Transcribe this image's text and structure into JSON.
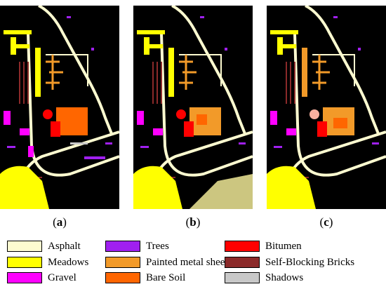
{
  "captions": {
    "a": "a",
    "b": "b",
    "c": "c"
  },
  "legend": [
    {
      "label": "Asphalt",
      "color": "#fdfbd0"
    },
    {
      "label": "Meadows",
      "color": "#ffff00"
    },
    {
      "label": "Gravel",
      "color": "#ff00ff"
    },
    {
      "label": "Trees",
      "color": "#a020f0"
    },
    {
      "label": "Painted metal sheets",
      "color": "#f29a29"
    },
    {
      "label": "Bare Soil",
      "color": "#ff6600"
    },
    {
      "label": "Bitumen",
      "color": "#ff0000"
    },
    {
      "label": "Self-Blocking Bricks",
      "color": "#8b2a2a"
    },
    {
      "label": "Shadows",
      "color": "#c8c8c8"
    }
  ]
}
